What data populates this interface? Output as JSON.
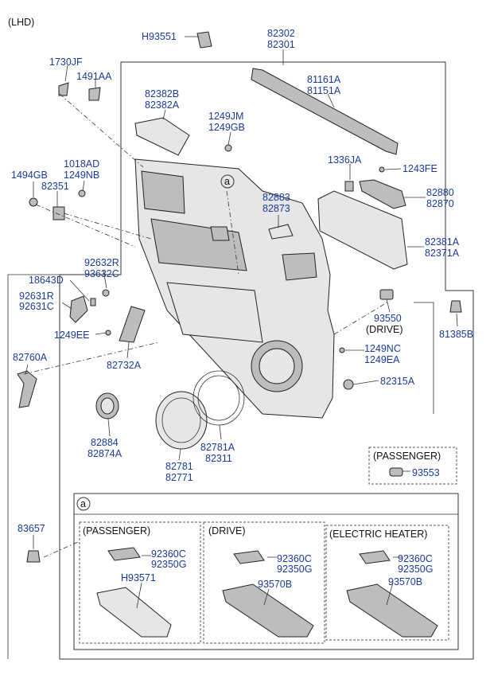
{
  "diagram": {
    "variant_label": "(LHD)",
    "part_numbers": {
      "h93551": "H93551",
      "p82302": "82302",
      "p82301": "82301",
      "p1730jf": "1730JF",
      "p1491aa": "1491AA",
      "p82382b": "82382B",
      "p82382a": "82382A",
      "p81161a": "81161A",
      "p81151a": "81151A",
      "p1249jm": "1249JM",
      "p1249gb": "1249GB",
      "p1018ad": "1018AD",
      "p1249nb": "1249NB",
      "p1494gb": "1494GB",
      "p82351": "82351",
      "p1336ja": "1336JA",
      "p1243fe": "1243FE",
      "p82880": "82880",
      "p82870": "82870",
      "p82883": "82883",
      "p82873": "82873",
      "p82381a": "82381A",
      "p82371a": "82371A",
      "p92632r": "92632R",
      "p93632c": "93632C",
      "p18643d": "18643D",
      "p92631r": "92631R",
      "p92631c": "92631C",
      "p93550": "93550",
      "drive_label": "(DRIVE)",
      "p81385b": "81385B",
      "p1249ee": "1249EE",
      "p1249nc": "1249NC",
      "p1249ea": "1249EA",
      "p82760a": "82760A",
      "p82732a": "82732A",
      "p82315a": "82315A",
      "p82884": "82884",
      "p82874a": "82874A",
      "p82781": "82781",
      "p82771": "82771",
      "p82781a": "82781A",
      "p82311": "82311",
      "p93553": "93553",
      "p83657": "83657"
    },
    "callout_letter": "a",
    "passenger_box_label": "(PASSENGER)",
    "detail": {
      "callout_letter": "a",
      "passenger": {
        "title": "(PASSENGER)",
        "p92360c": "92360C",
        "p92350g": "92350G",
        "h93571": "H93571"
      },
      "drive": {
        "title": "(DRIVE)",
        "p92360c": "92360C",
        "p92350g": "92350G",
        "p93570b": "93570B"
      },
      "heater": {
        "title": "(ELECTRIC HEATER)",
        "p92360c": "92360C",
        "p92350g": "92350G",
        "p93570b": "93570B"
      }
    }
  }
}
